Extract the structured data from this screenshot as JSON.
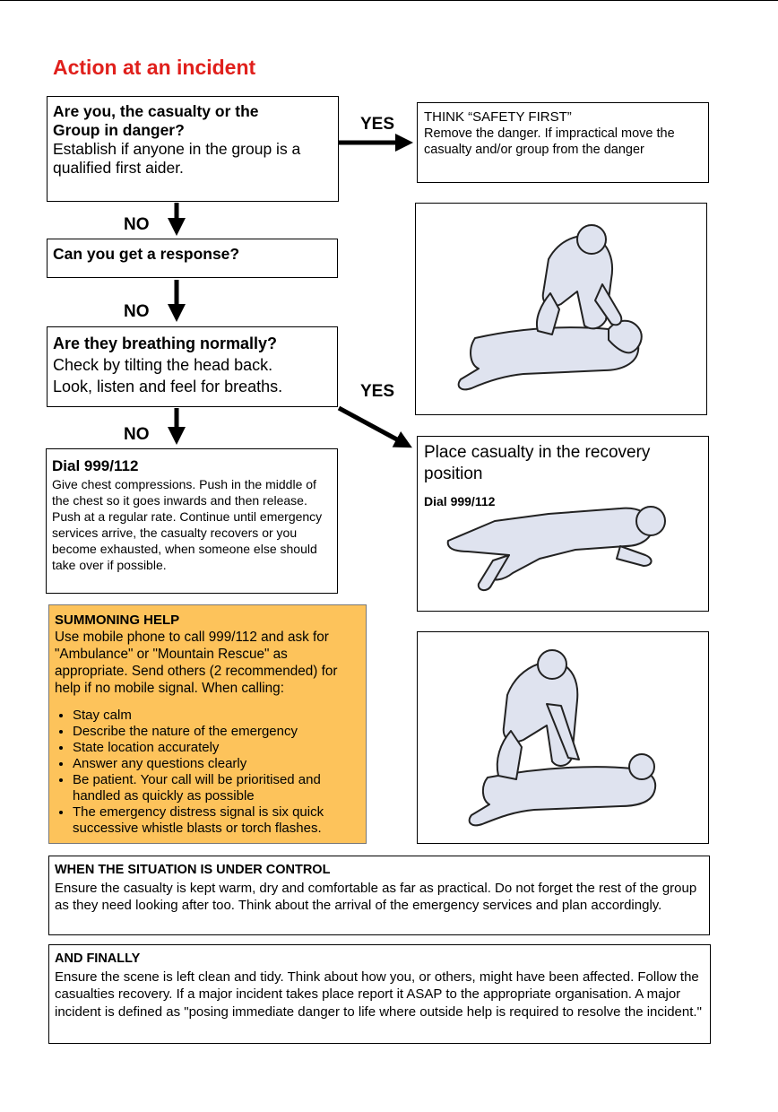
{
  "title": "Action at an incident",
  "labels": {
    "yes": "YES",
    "no": "NO"
  },
  "box_danger": {
    "heading_line1": "Are you, the casualty or the",
    "heading_line2": "Group in danger?",
    "body": "Establish if anyone in the group is a qualified first aider."
  },
  "box_response": {
    "text": "Can you get a response?"
  },
  "box_breathing": {
    "heading": "Are they breathing normally?",
    "line1": "Check by tilting the head back.",
    "line2": "Look, listen and feel for breaths."
  },
  "box_dial": {
    "heading": "Dial 999/112",
    "body": "Give chest compressions. Push in the middle of the chest so it goes inwards and then release. Push at a regular rate. Continue until emergency services arrive, the casualty recovers or you become exhausted, when someone else should take over if possible."
  },
  "box_summoning": {
    "heading": "SUMMONING HELP",
    "body": "Use mobile phone to call 999/112 and ask for \"Ambulance\" or \"Mountain Rescue\" as appropriate. Send others (2 recommended) for help if no mobile signal. When calling:",
    "items": [
      "Stay calm",
      "Describe the nature of the emergency",
      "State location accurately",
      "Answer any questions clearly",
      "Be patient. Your call will be prioritised and handled as quickly as possible",
      "The emergency distress signal is six quick successive whistle blasts or torch flashes."
    ]
  },
  "box_safety": {
    "heading": "THINK “SAFETY FIRST”",
    "body": "Remove the danger. If impractical move the casualty and/or group from the danger"
  },
  "box_recovery": {
    "heading": "Place casualty in the recovery position",
    "sub": "Dial 999/112"
  },
  "box_control": {
    "heading": "WHEN THE SITUATION IS UNDER CONTROL",
    "body": "Ensure the casualty is kept warm, dry and comfortable as far as practical. Do not forget the rest of the group as they need looking after too. Think about the arrival of the emergency services and plan accordingly."
  },
  "box_finally": {
    "heading": "AND FINALLY",
    "body": "Ensure the scene is left clean and tidy. Think about how you, or others, might have been affected. Follow the casualties recovery.  If a major incident takes place report it  ASAP to the appropriate organisation. A major incident is defined as \"posing immediate danger to life where outside help is required  to resolve the incident.\""
  },
  "colors": {
    "title": "#e0201c",
    "summoning_bg": "#fdc35b",
    "illustration_fill": "#dfe3ef"
  }
}
